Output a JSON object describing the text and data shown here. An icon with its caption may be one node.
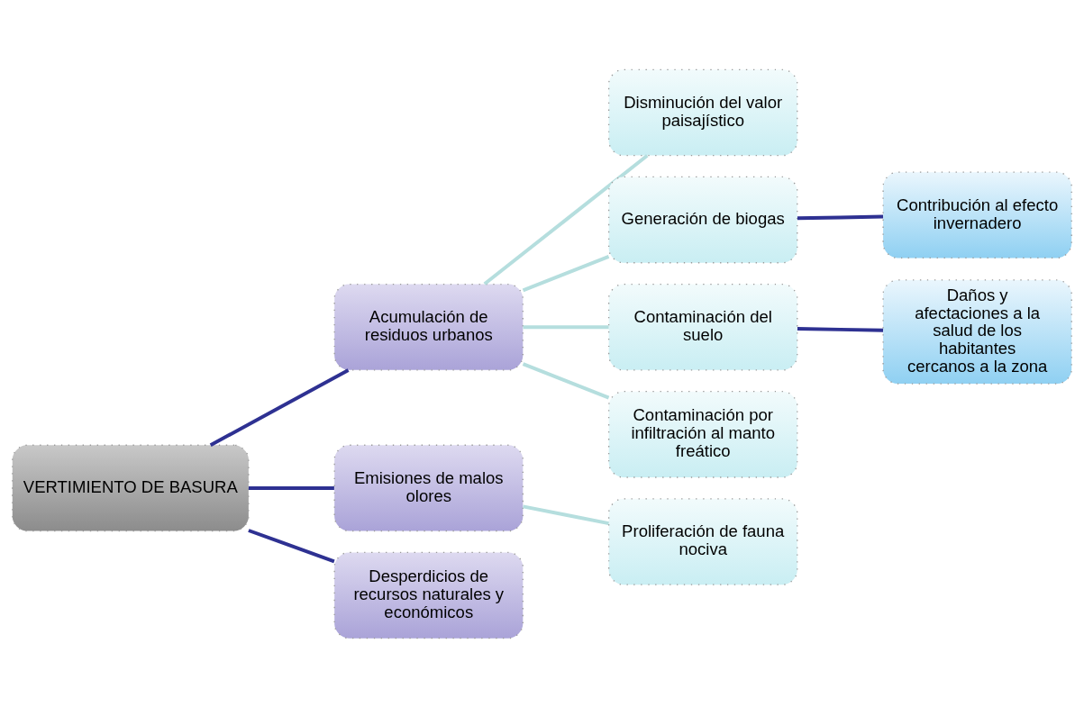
{
  "diagram": {
    "nodes": [
      {
        "text": [
          "VERTIMIENTO DE BASURA"
        ]
      },
      {
        "text": [
          "Acumulación de residuos urbanos"
        ]
      },
      {
        "text": [
          "Emisiones de malos olores"
        ]
      },
      {
        "text": [
          "Desperdicios de recursos naturales y económicos"
        ]
      },
      {
        "text": [
          "Disminución del valor paisajístico"
        ]
      },
      {
        "text": [
          "Generación de biogas"
        ]
      },
      {
        "text": [
          "Contaminación del suelo"
        ]
      },
      {
        "text": [
          "Contaminación por infiltración al manto freático"
        ]
      },
      {
        "text": [
          "Proliferación de fauna nociva"
        ]
      },
      {
        "text": [
          "Contribución al efecto invernadero"
        ]
      },
      {
        "text": [
          "Daños y afectaciones a la salud de los habitantes cercanos a la zona"
        ]
      }
    ],
    "edges": [
      {
        "from": 0,
        "to": 1,
        "arrow": "none",
        "color": "#2e3192"
      },
      {
        "from": 0,
        "to": 2,
        "arrow": "none",
        "color": "#2e3192"
      },
      {
        "from": 0,
        "to": 3,
        "arrow": "none",
        "color": "#2e3192"
      },
      {
        "from": 1,
        "to": 4,
        "arrow": "none",
        "color": "#b5dede"
      },
      {
        "from": 1,
        "to": 5,
        "arrow": "none",
        "color": "#b5dede"
      },
      {
        "from": 1,
        "to": 6,
        "arrow": "none",
        "color": "#b5dede"
      },
      {
        "from": 1,
        "to": 7,
        "arrow": "none",
        "color": "#b5dede"
      },
      {
        "from": 2,
        "to": 8,
        "arrow": "none",
        "color": "#b5dede"
      },
      {
        "from": 5,
        "to": 9,
        "arrow": "none",
        "color": "#2e3192"
      },
      {
        "from": 6,
        "to": 10,
        "arrow": "none",
        "color": "#2e3192"
      }
    ]
  }
}
